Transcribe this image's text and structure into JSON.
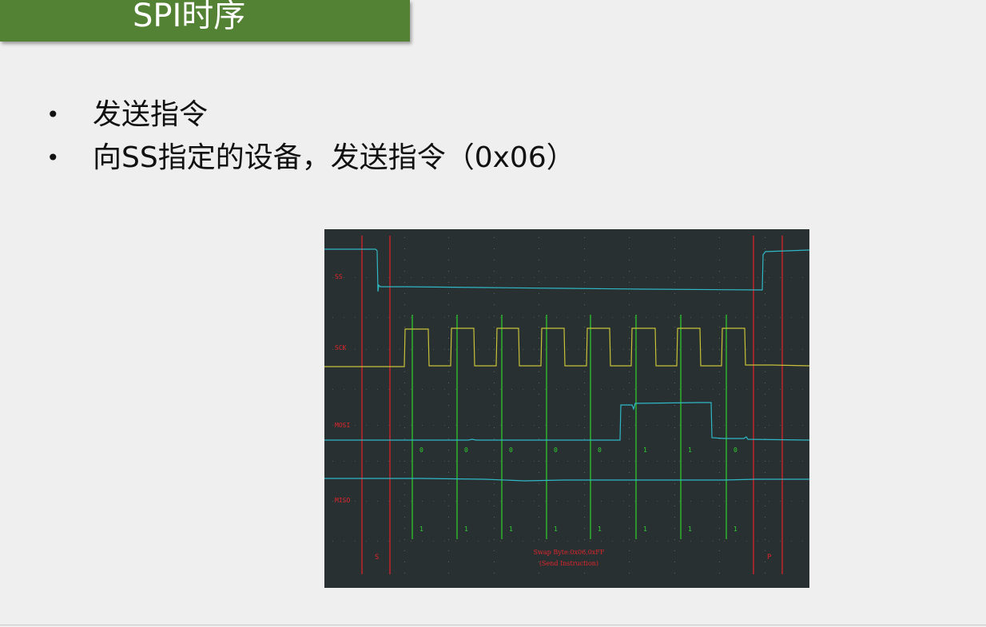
{
  "slide": {
    "title": "SPI时序",
    "bullets": [
      "发送指令",
      "向SS指定的设备，发送指令（0x06）"
    ]
  },
  "scope": {
    "channels": [
      "SS",
      "SCK",
      "MOSI",
      "MISO"
    ],
    "mosi_bits": [
      "0",
      "0",
      "0",
      "0",
      "0",
      "1",
      "1",
      "0"
    ],
    "miso_bits": [
      "1",
      "1",
      "1",
      "1",
      "1",
      "1",
      "1",
      "1"
    ],
    "start_marker": "S",
    "stop_marker": "P",
    "annotation_line1": "Swap Byte:0x06,0xFF",
    "annotation_line2": "(Send Instruction)",
    "colors": {
      "background": "#283032",
      "ss_mosi_miso_trace": "#2fb8c6",
      "sck_trace": "#c9c238",
      "marker": "#d8232a",
      "sample_line": "#2ed32e",
      "label": "#e0252b"
    }
  }
}
